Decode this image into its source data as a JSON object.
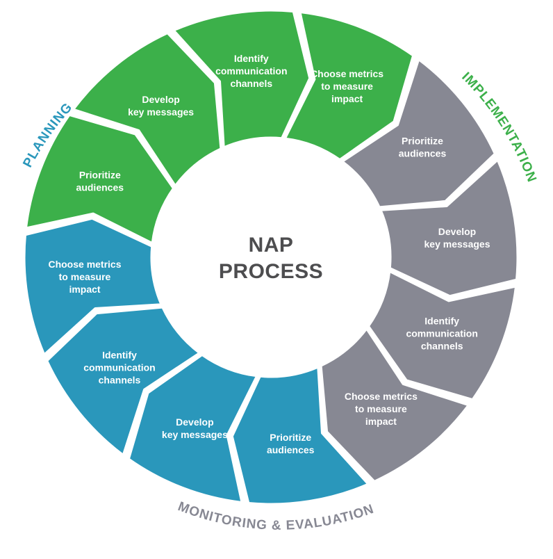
{
  "center": {
    "line1": "NAP",
    "line2": "PROCESS"
  },
  "colors": {
    "planning": "#2a97bb",
    "implementation": "#3cb04a",
    "monitoring": "#878893",
    "center_text": "#4d4d4f"
  },
  "phases": [
    {
      "key": "implementation",
      "label": "IMPLEMENTATION",
      "steps": [
        {
          "lines": [
            "Prioritize",
            "audiences"
          ]
        },
        {
          "lines": [
            "Develop",
            "key messages"
          ]
        },
        {
          "lines": [
            "Identify",
            "communication",
            "channels"
          ]
        },
        {
          "lines": [
            "Choose metrics",
            "to measure",
            "impact"
          ]
        }
      ]
    },
    {
      "key": "monitoring",
      "label": "MONITORING & EVALUATION",
      "steps": [
        {
          "lines": [
            "Prioritize",
            "audiences"
          ]
        },
        {
          "lines": [
            "Develop",
            "key messages"
          ]
        },
        {
          "lines": [
            "Identify",
            "communication",
            "channels"
          ]
        },
        {
          "lines": [
            "Choose metrics",
            "to measure",
            "impact"
          ]
        }
      ]
    },
    {
      "key": "planning",
      "label": "PLANNING",
      "steps": [
        {
          "lines": [
            "Prioritize",
            "audiences"
          ]
        },
        {
          "lines": [
            "Develop",
            "key messages"
          ]
        },
        {
          "lines": [
            "Identify",
            "communication",
            "channels"
          ]
        },
        {
          "lines": [
            "Choose metrics",
            "to measure",
            "impact"
          ]
        }
      ]
    }
  ]
}
